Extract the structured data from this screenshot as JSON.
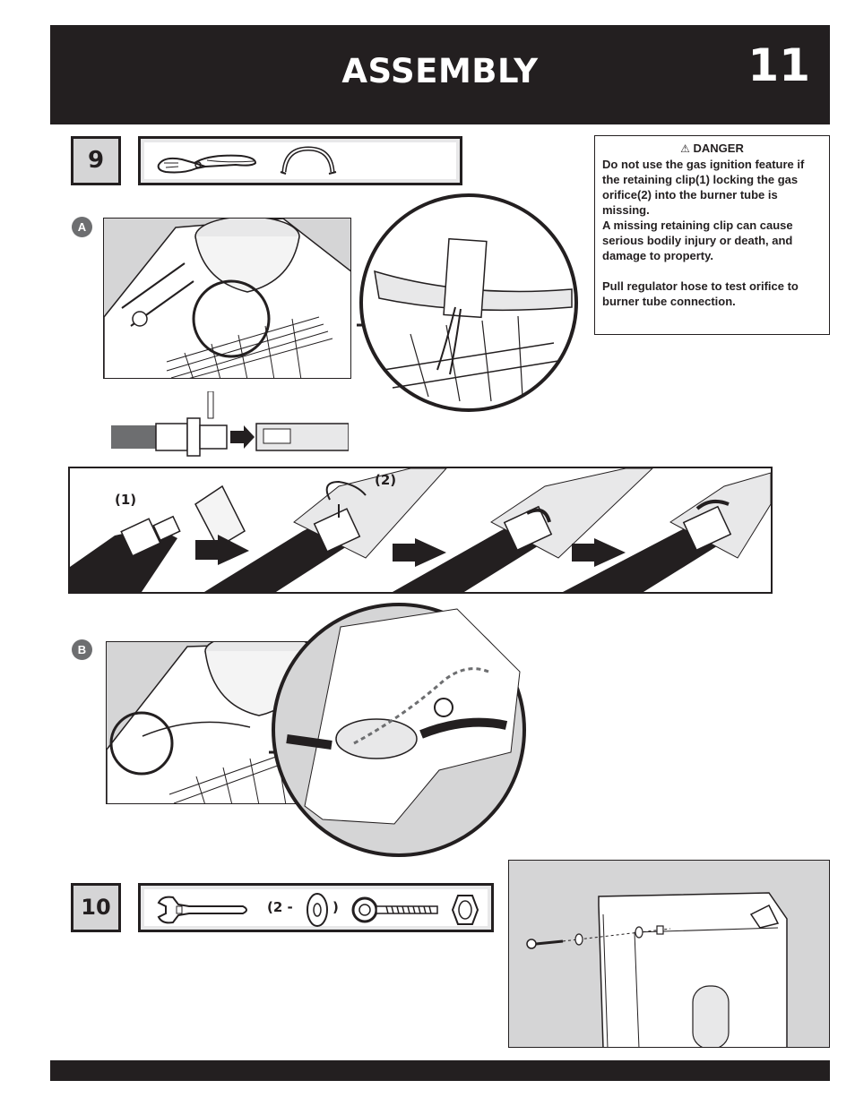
{
  "header": {
    "title": "ASSEMBLY",
    "page_number": "11"
  },
  "steps": [
    {
      "number": "9"
    },
    {
      "number": "10",
      "hardware_count": "(2 -",
      "hardware_count_close": ")"
    }
  ],
  "figures": {
    "a_label": "A",
    "b_label": "B"
  },
  "sequence": {
    "callout_1": "(1)",
    "callout_2": "(2)"
  },
  "danger": {
    "icon": "warning-triangle-icon",
    "title": "DANGER",
    "paragraph1": "Do not use the gas ignition feature if the retaining clip(1) locking the gas orifice(2) into  the burner tube is missing.",
    "paragraph2": "A missing retaining clip can cause serious bodily injury or death, and damage to property.",
    "paragraph3": "Pull regulator hose to test orifice to burner tube connection."
  },
  "colors": {
    "dark": "#231f20",
    "gray": "#d5d5d6",
    "badge": "#6d6e70"
  }
}
